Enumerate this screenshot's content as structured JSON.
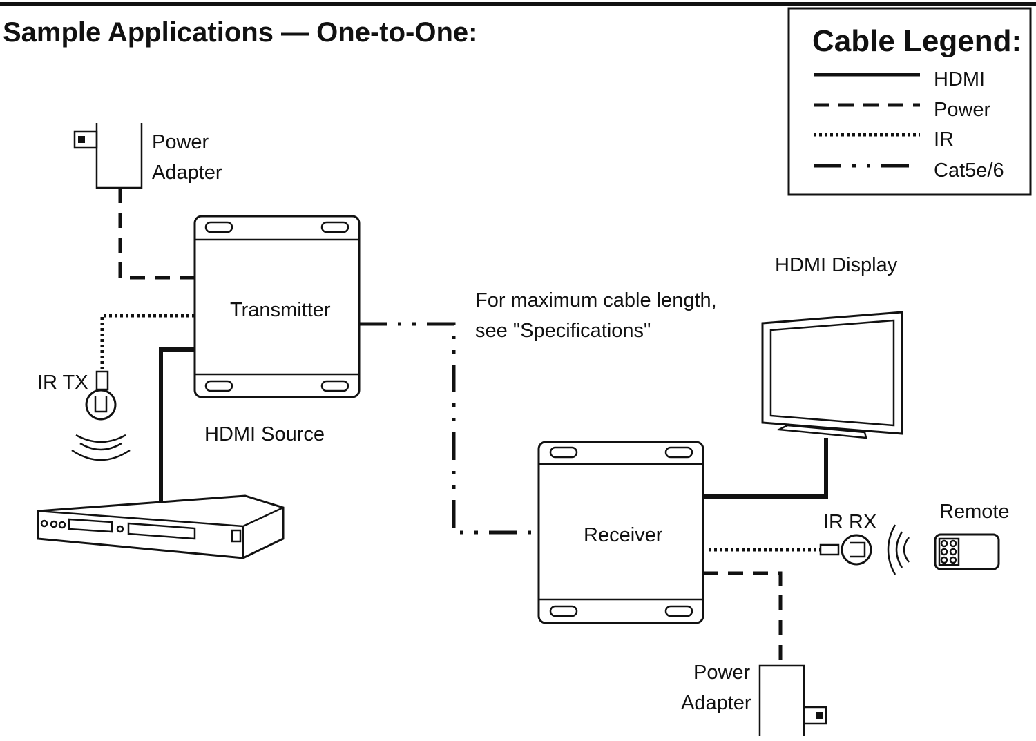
{
  "title": "Sample Applications — One-to-One:",
  "legend": {
    "title": "Cable Legend:",
    "items": [
      {
        "label": "HDMI",
        "style": "solid"
      },
      {
        "label": "Power",
        "style": "dashed"
      },
      {
        "label": "IR",
        "style": "dotted"
      },
      {
        "label": "Cat5e/6",
        "style": "dash-dot-dot"
      }
    ]
  },
  "labels": {
    "power_adapter_top": [
      "Power",
      "Adapter"
    ],
    "transmitter": "Transmitter",
    "ir_tx": "IR TX",
    "hdmi_source": "HDMI Source",
    "cable_note": [
      "For maximum cable length,",
      "see \"Specifications\""
    ],
    "hdmi_display": "HDMI Display",
    "receiver": "Receiver",
    "ir_rx": "IR RX",
    "remote": "Remote",
    "power_adapter_bottom": [
      "Power",
      "Adapter"
    ]
  },
  "colors": {
    "ink": "#111111",
    "background": "#ffffff"
  }
}
